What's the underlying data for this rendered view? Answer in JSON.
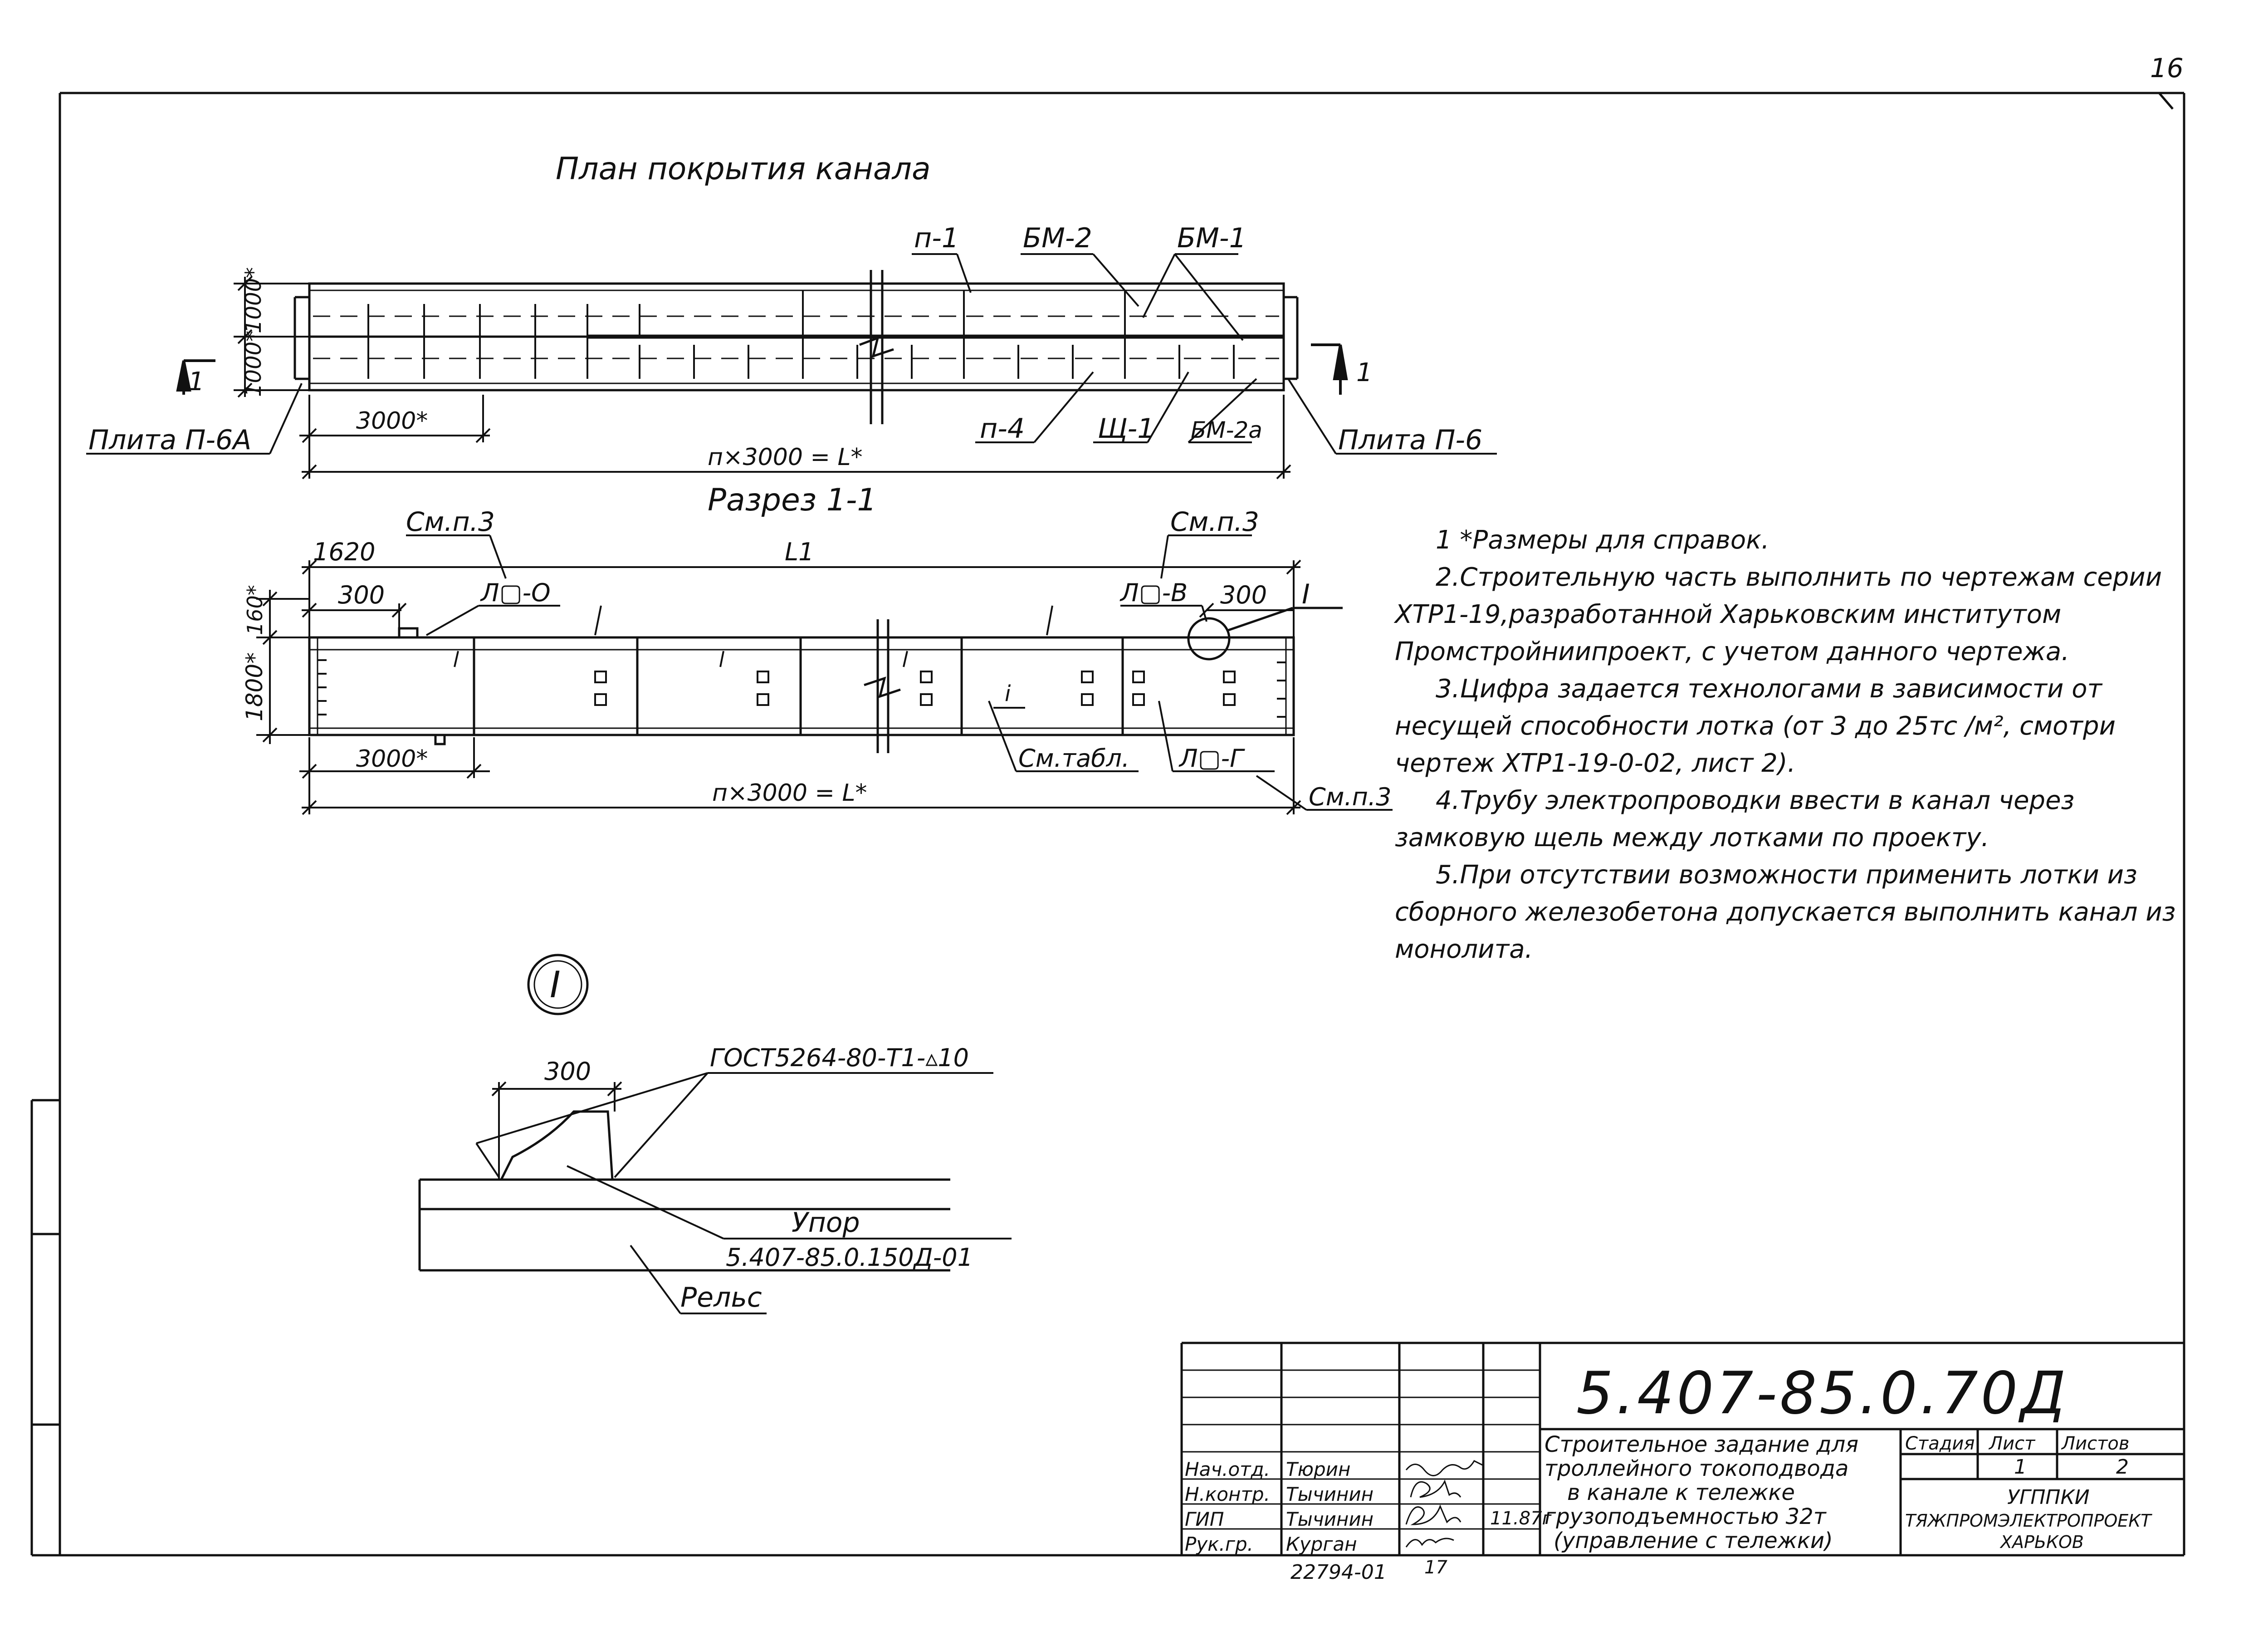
{
  "sheet": {
    "page_number": "16"
  },
  "plan": {
    "title": "План покрытия канала",
    "labels": {
      "p1": "п-1",
      "bm2": "БМ-2",
      "bm1": "БМ-1",
      "p4": "п-4",
      "sch1": "Щ-1",
      "bm2a": "БМ-2а",
      "plate_left": "Плита П-6А",
      "plate_right": "Плита П-6"
    },
    "dims": {
      "width_top": "1000*",
      "width_bottom": "1000*",
      "panel": "3000*",
      "total": "п×3000 = L*"
    },
    "section_mark": "1"
  },
  "section": {
    "title": "Разрез 1-1",
    "labels": {
      "see_left": "См.п.3",
      "see_right": "См.п.3",
      "see_bottom": "См.п.3",
      "tray_o": "Л▢-О",
      "tray_v": "Л▢-В",
      "tray_g": "Л▢-Г",
      "see_table": "См.табл.",
      "node_ref": "I",
      "slope": "i"
    },
    "dims": {
      "d1620": "1620",
      "l1": "L1",
      "d300_left": "300",
      "d300_right": "300",
      "d160": "160*",
      "d1800": "1800*",
      "panel": "3000*",
      "total": "п×3000 = L*"
    }
  },
  "detail": {
    "mark": "I",
    "dim": "300",
    "weld": "ГОСТ5264-80-Т1-▵10",
    "stop_label": "Упор",
    "stop_ref": "5.407-85.0.150Д-01",
    "rail_label": "Рельс"
  },
  "notes": [
    "1 *Размеры для справок.",
    "2.Строительную часть выполнить по чертежам серии ХТР1-19,разработанной Харьковским институтом Промстройниипроект, с учетом данного чертежа.",
    "3.Цифра задается технологами в зависимости от несущей способности лотка (от 3 до 25тс /м², смотри чертеж ХТР1-19-0-02, лист 2).",
    "4.Трубу электропроводки ввести в канал через замковую щель между лотками по проекту.",
    "5.При отсутствии возможности применить лотки из сборного железобетона допускается выполнить канал из монолита."
  ],
  "title_block": {
    "code": "5.407-85.0.70Д",
    "description": [
      "Строительное задание для",
      "троллейного токоподвода",
      "в канале к тележке",
      "грузоподъемностью 32т",
      "(управление с тележки)"
    ],
    "stage_header": "Стадия",
    "sheet_header": "Лист",
    "sheets_header": "Листов",
    "sheet_value": "1",
    "sheets_value": "2",
    "org": [
      "УГППКИ",
      "ТЯЖПРОМЭЛЕКТРОПРОЕКТ",
      "ХАРЬКОВ"
    ],
    "staff": [
      {
        "role": "Нач.отд.",
        "name": "Тюрин"
      },
      {
        "role": "Н.контр.",
        "name": "Тычинин"
      },
      {
        "role": "ГИП",
        "name": "Тычинин"
      },
      {
        "role": "Рук.гр.",
        "name": "Курган"
      }
    ],
    "date": "11.87г",
    "inventory": "22794-01",
    "inventory_page": "17"
  }
}
